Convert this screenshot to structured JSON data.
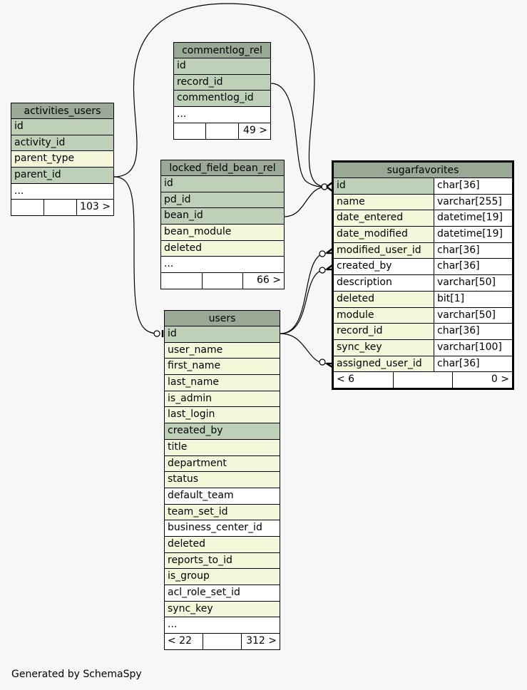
{
  "tables": {
    "activities_users": {
      "title": "activities_users",
      "rows": [
        {
          "name": "id",
          "kind": "pk"
        },
        {
          "name": "activity_id",
          "kind": "pk"
        },
        {
          "name": "parent_type",
          "kind": "fk"
        },
        {
          "name": "parent_id",
          "kind": "pk"
        },
        {
          "name": "...",
          "kind": "plain"
        }
      ],
      "footer": [
        "",
        "",
        "103 >"
      ]
    },
    "commentlog_rel": {
      "title": "commentlog_rel",
      "rows": [
        {
          "name": "id",
          "kind": "pk"
        },
        {
          "name": "record_id",
          "kind": "pk"
        },
        {
          "name": "commentlog_id",
          "kind": "pk"
        },
        {
          "name": "...",
          "kind": "plain"
        }
      ],
      "footer": [
        "",
        "",
        "49 >"
      ]
    },
    "locked_field_bean_rel": {
      "title": "locked_field_bean_rel",
      "rows": [
        {
          "name": "id",
          "kind": "pk"
        },
        {
          "name": "pd_id",
          "kind": "pk"
        },
        {
          "name": "bean_id",
          "kind": "pk"
        },
        {
          "name": "bean_module",
          "kind": "fk"
        },
        {
          "name": "deleted",
          "kind": "fk"
        },
        {
          "name": "...",
          "kind": "plain"
        }
      ],
      "footer": [
        "",
        "",
        "66 >"
      ]
    },
    "users": {
      "title": "users",
      "rows": [
        {
          "name": "id",
          "kind": "pk"
        },
        {
          "name": "user_name",
          "kind": "fk"
        },
        {
          "name": "first_name",
          "kind": "fk"
        },
        {
          "name": "last_name",
          "kind": "fk"
        },
        {
          "name": "is_admin",
          "kind": "fk"
        },
        {
          "name": "last_login",
          "kind": "fk"
        },
        {
          "name": "created_by",
          "kind": "pk"
        },
        {
          "name": "title",
          "kind": "fk"
        },
        {
          "name": "department",
          "kind": "fk"
        },
        {
          "name": "status",
          "kind": "fk"
        },
        {
          "name": "default_team",
          "kind": "plain"
        },
        {
          "name": "team_set_id",
          "kind": "fk"
        },
        {
          "name": "business_center_id",
          "kind": "plain"
        },
        {
          "name": "deleted",
          "kind": "fk"
        },
        {
          "name": "reports_to_id",
          "kind": "fk"
        },
        {
          "name": "is_group",
          "kind": "fk"
        },
        {
          "name": "acl_role_set_id",
          "kind": "plain"
        },
        {
          "name": "sync_key",
          "kind": "fk"
        },
        {
          "name": "...",
          "kind": "plain"
        }
      ],
      "footer": [
        "< 22",
        "",
        "312 >"
      ]
    },
    "sugarfavorites": {
      "title": "sugarfavorites",
      "rows": [
        {
          "name": "id",
          "type": "char[36]",
          "kind": "pk"
        },
        {
          "name": "name",
          "type": "varchar[255]",
          "kind": "fk"
        },
        {
          "name": "date_entered",
          "type": "datetime[19]",
          "kind": "fk"
        },
        {
          "name": "date_modified",
          "type": "datetime[19]",
          "kind": "fk"
        },
        {
          "name": "modified_user_id",
          "type": "char[36]",
          "kind": "fk"
        },
        {
          "name": "created_by",
          "type": "char[36]",
          "kind": "plain"
        },
        {
          "name": "description",
          "type": "varchar[50]",
          "kind": "plain"
        },
        {
          "name": "deleted",
          "type": "bit[1]",
          "kind": "fk"
        },
        {
          "name": "module",
          "type": "varchar[50]",
          "kind": "fk"
        },
        {
          "name": "record_id",
          "type": "char[36]",
          "kind": "fk"
        },
        {
          "name": "sync_key",
          "type": "varchar[100]",
          "kind": "fk"
        },
        {
          "name": "assigned_user_id",
          "type": "char[36]",
          "kind": "fk"
        }
      ],
      "footer": [
        "< 6",
        "",
        "0 >"
      ]
    }
  },
  "colors": {
    "header": "#9aa896",
    "pk_row": "#bed1b8",
    "fk_row": "#f4f7da",
    "plain_row": "#ffffff",
    "background": "#f7f7f7"
  },
  "footer_text": "Generated by SchemaSpy"
}
